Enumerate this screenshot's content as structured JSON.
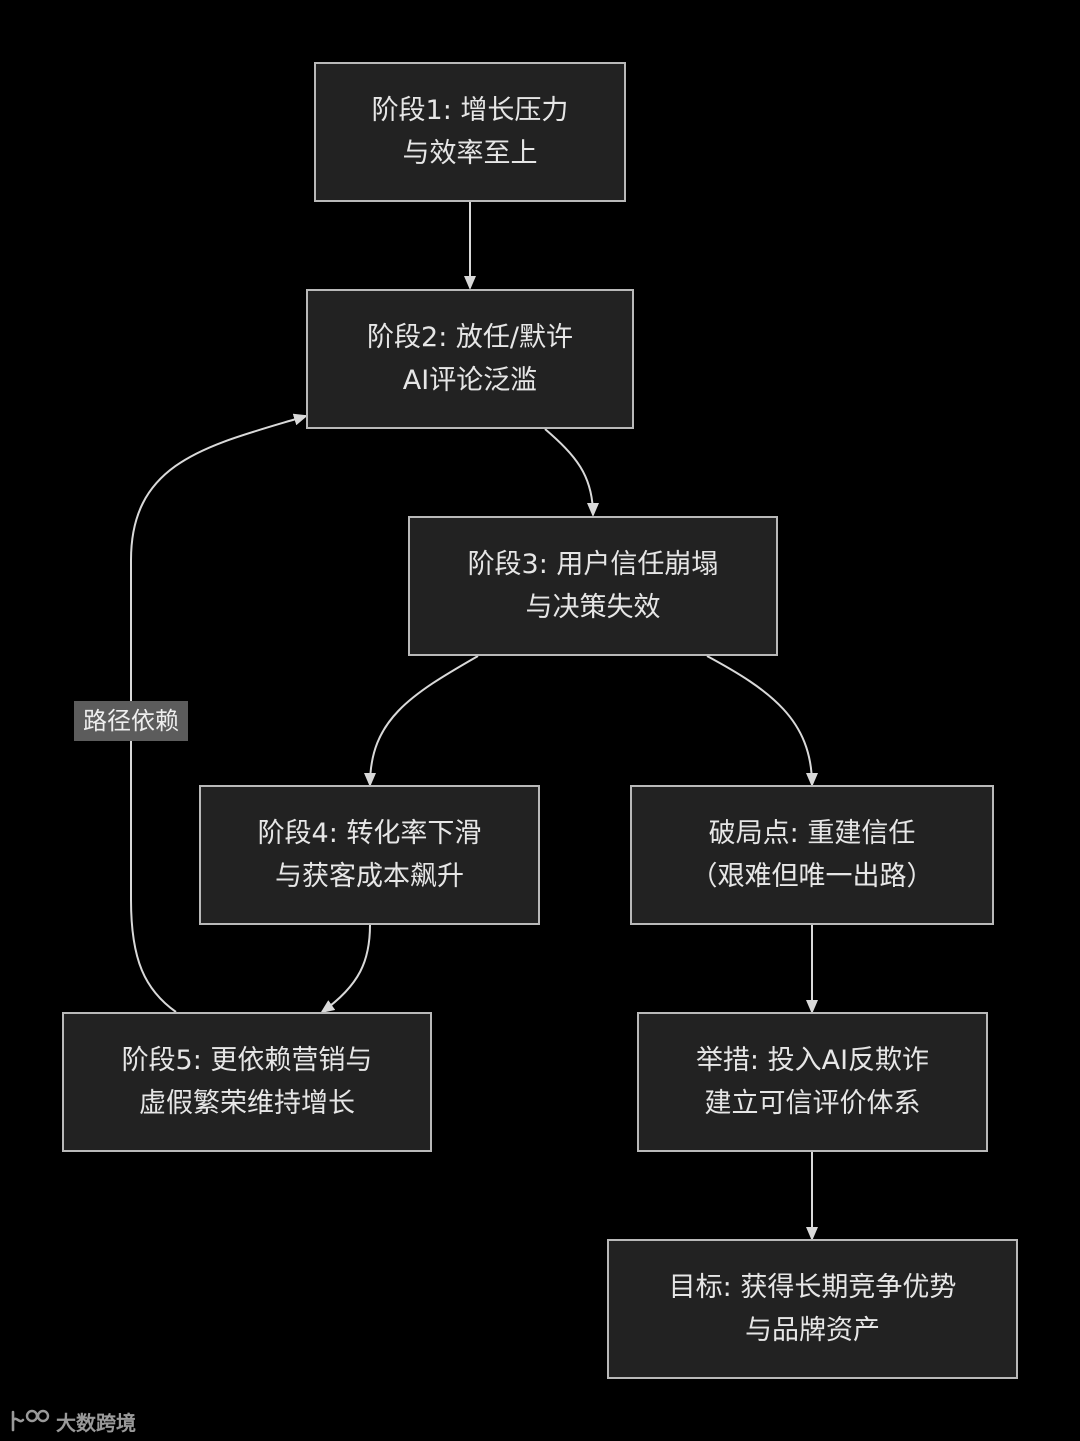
{
  "diagram": {
    "nodes": [
      {
        "id": "stage1",
        "lines": [
          "阶段1: 增长压力",
          "与效率至上"
        ]
      },
      {
        "id": "stage2",
        "lines": [
          "阶段2: 放任/默许",
          "AI评论泛滥"
        ]
      },
      {
        "id": "stage3",
        "lines": [
          "阶段3: 用户信任崩塌",
          "与决策失效"
        ]
      },
      {
        "id": "stage4",
        "lines": [
          "阶段4: 转化率下滑",
          "与获客成本飙升"
        ]
      },
      {
        "id": "breakpoint",
        "lines": [
          "破局点: 重建信任",
          "（艰难但唯一出路）"
        ]
      },
      {
        "id": "stage5",
        "lines": [
          "阶段5: 更依赖营销与",
          "虚假繁荣维持增长"
        ]
      },
      {
        "id": "measure",
        "lines": [
          "举措: 投入AI反欺诈",
          "建立可信评价体系"
        ]
      },
      {
        "id": "goal",
        "lines": [
          "目标: 获得长期竞争优势",
          "与品牌资产"
        ]
      }
    ],
    "edges": [
      {
        "from": "stage1",
        "to": "stage2",
        "label": ""
      },
      {
        "from": "stage2",
        "to": "stage3",
        "label": ""
      },
      {
        "from": "stage3",
        "to": "stage4",
        "label": ""
      },
      {
        "from": "stage3",
        "to": "breakpoint",
        "label": ""
      },
      {
        "from": "stage4",
        "to": "stage5",
        "label": ""
      },
      {
        "from": "stage5",
        "to": "stage2",
        "label": "路径依赖"
      },
      {
        "from": "breakpoint",
        "to": "measure",
        "label": ""
      },
      {
        "from": "measure",
        "to": "goal",
        "label": ""
      }
    ],
    "colors": {
      "background": "#000000",
      "node_fill": "#222222",
      "node_border": "#b9b9b9",
      "edge": "#d9d9d9",
      "label_bg": "#5c5c5c",
      "text": "#e6e6e6"
    }
  },
  "watermark": {
    "logo_icon": "dashu-logo-icon",
    "text": "大数跨境"
  }
}
